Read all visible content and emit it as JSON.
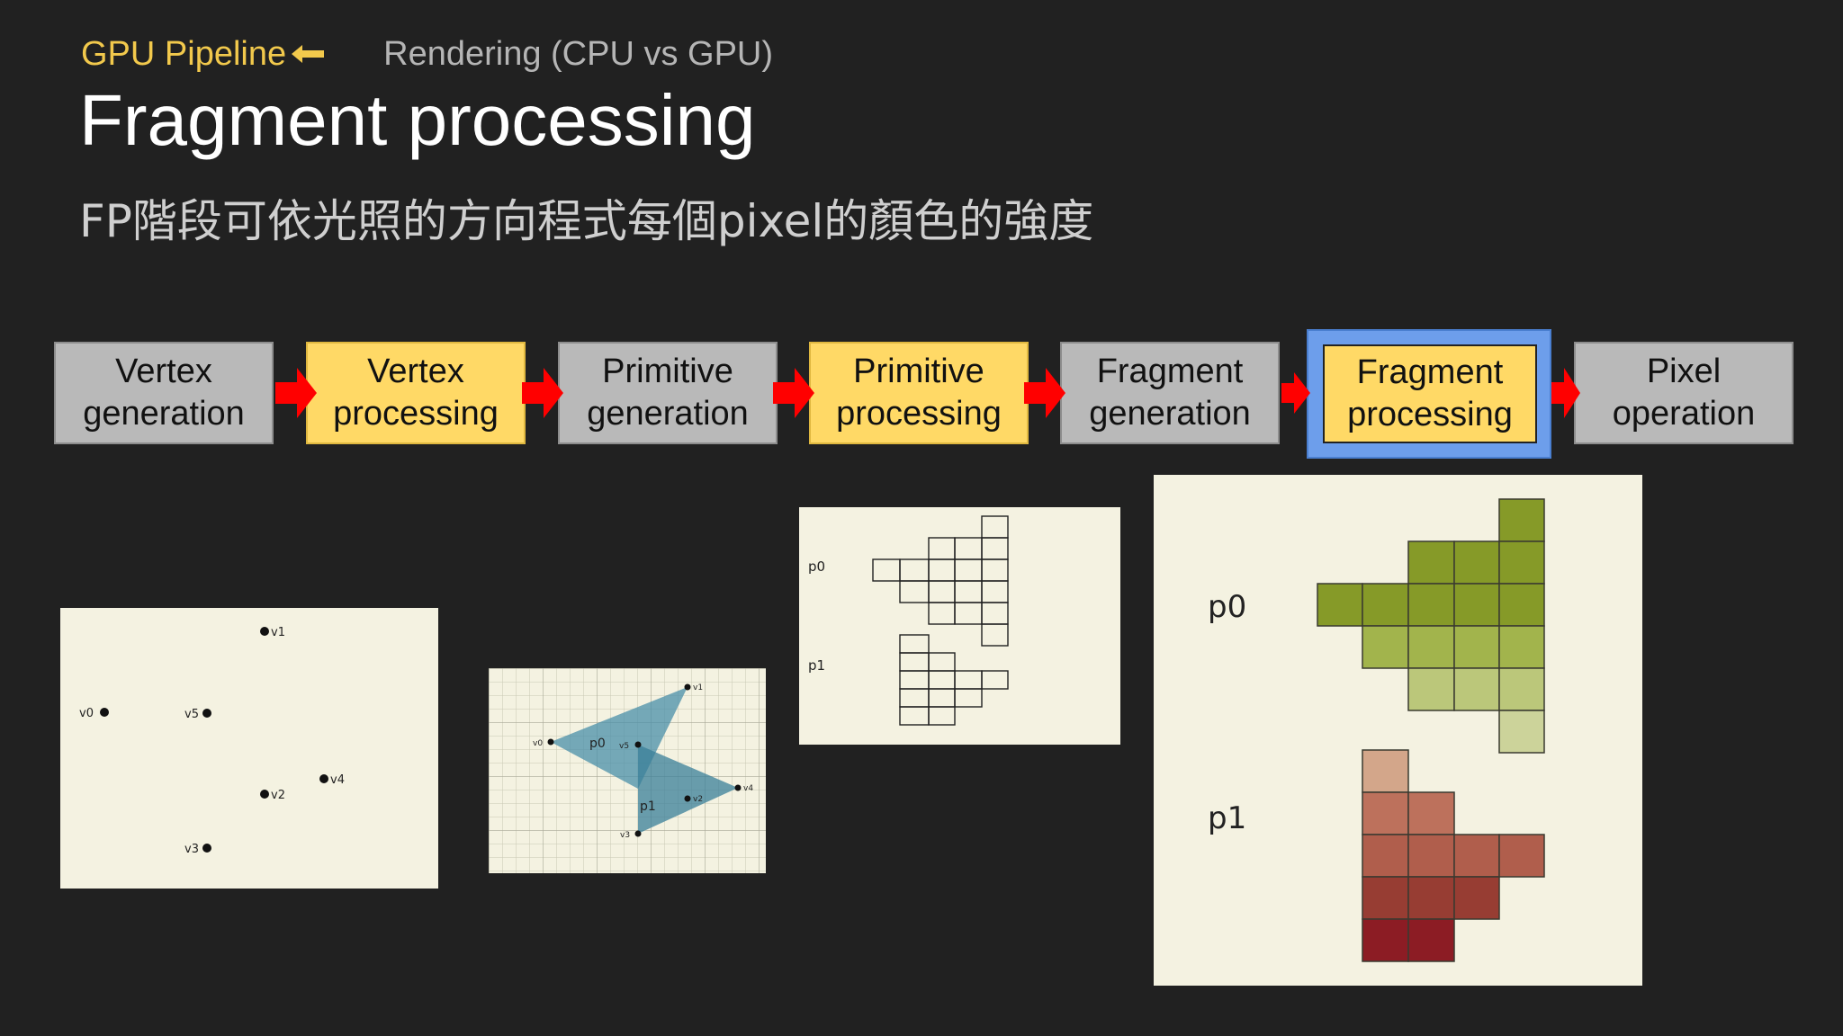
{
  "header": {
    "crumb_active": "GPU Pipeline",
    "crumb_active_arrow_icon": "arrow-left-icon",
    "crumb_inactive": "Rendering (CPU vs GPU)",
    "title": "Fragment processing",
    "subtitle": "FP階段可依光照的方向程式每個pixel的顏色的強度"
  },
  "pipeline": {
    "stages": [
      {
        "line1": "Vertex",
        "line2": "generation",
        "style": "gray"
      },
      {
        "line1": "Vertex",
        "line2": "processing",
        "style": "yellow"
      },
      {
        "line1": "Primitive",
        "line2": "generation",
        "style": "gray"
      },
      {
        "line1": "Primitive",
        "line2": "processing",
        "style": "yellow"
      },
      {
        "line1": "Fragment",
        "line2": "generation",
        "style": "gray"
      },
      {
        "line1": "Fragment",
        "line2": "processing",
        "style": "current"
      },
      {
        "line1": "Pixel",
        "line2": "operation",
        "style": "gray"
      }
    ],
    "arrow_icon": "arrow-right-icon",
    "arrow_color": "#ff0000",
    "current_highlight_color": "#6d9eeb"
  },
  "vertex_panel": {
    "labels": [
      "v0",
      "v1",
      "v2",
      "v3",
      "v4",
      "v5"
    ]
  },
  "primitive_panel": {
    "vertex_labels": [
      "v0",
      "v1",
      "v2",
      "v3",
      "v4",
      "v5"
    ],
    "primitive_labels": [
      "p0",
      "p1"
    ],
    "fill_color": "#4a8fa8"
  },
  "fragment_gen_panel": {
    "labels": [
      "p0",
      "p1"
    ]
  },
  "fragment_proc_panel": {
    "labels": [
      "p0",
      "p1"
    ],
    "p0_colors": [
      "#869a28",
      "#a2b44c",
      "#bbc77a",
      "#ccd39a"
    ],
    "p1_colors": [
      "#d3a68a",
      "#bd715c",
      "#b05e4c",
      "#973d33",
      "#8c1c24"
    ]
  },
  "colors": {
    "background": "#212121",
    "accent": "#f2c94c",
    "panel": "#f4f2e1"
  }
}
